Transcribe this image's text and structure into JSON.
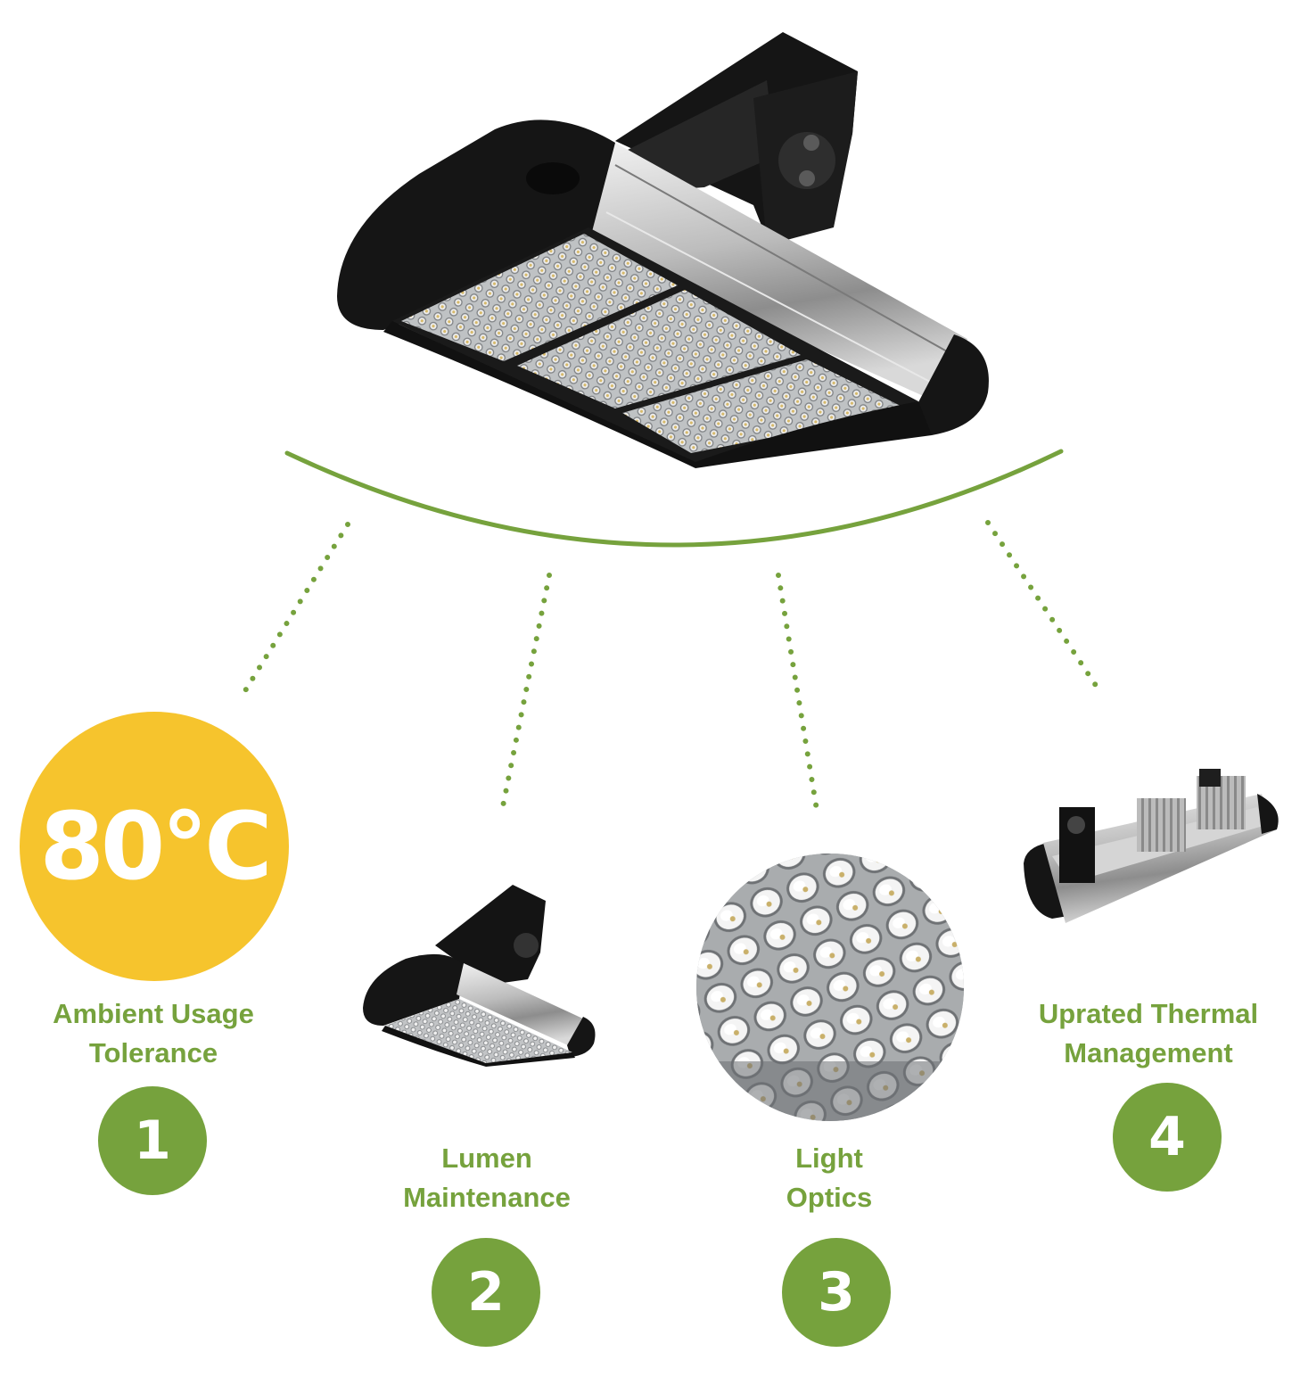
{
  "colors": {
    "accent": "#76a23d",
    "temperature_badge": "#f6c42d",
    "text_on_badge": "#ffffff"
  },
  "hero": {
    "icon": "led-flood-light-fixture"
  },
  "features": [
    {
      "number": "1",
      "title_lines": [
        "Ambient Usage",
        "Tolerance"
      ],
      "badge_text": "80°C",
      "icon": "temperature-badge"
    },
    {
      "number": "2",
      "title_lines": [
        "Lumen",
        "Maintenance"
      ],
      "icon": "small-flood-light"
    },
    {
      "number": "3",
      "title_lines": [
        "Light",
        "Optics"
      ],
      "icon": "led-lens-closeup"
    },
    {
      "number": "4",
      "title_lines": [
        "Uprated Thermal",
        "Management"
      ],
      "icon": "heatsink-assembly"
    }
  ]
}
